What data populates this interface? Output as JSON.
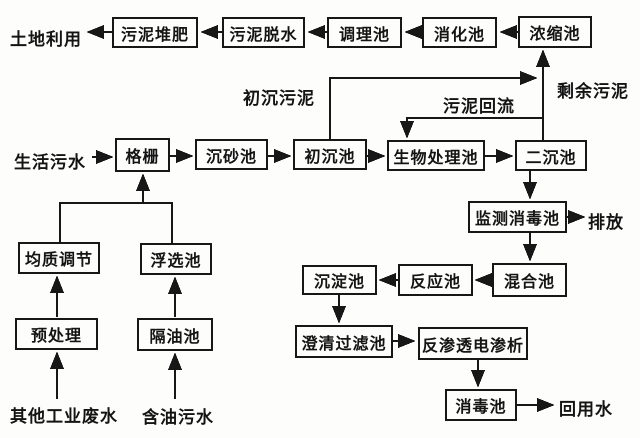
{
  "diagram_type": "wastewater-treatment-process-flowchart",
  "colors": {
    "line": "#171717",
    "background": "#fdfdfc",
    "box_fill": "#fdfdfc",
    "text": "#141414"
  },
  "boxes": {
    "sludge_compost": "污泥堆肥",
    "sludge_dewatering": "污泥脱水",
    "conditioning_tank": "调理池",
    "digestion_tank": "消化池",
    "thickening_tank": "浓缩池",
    "bar_screen": "格栅",
    "grit_chamber": "沉砂池",
    "primary_settling_tank": "初沉池",
    "biological_treatment_tank": "生物处理池",
    "secondary_settling_tank": "二沉池",
    "equalization_tank": "均质调节",
    "flotation_tank": "浮选池",
    "pretreatment": "预处理",
    "oil_separation_tank": "隔油池",
    "monitoring_disinfection_tank": "监测消毒池",
    "mixing_tank": "混合池",
    "reaction_tank": "反应池",
    "sedimentation_tank": "沉淀池",
    "clarification_filtration_tank": "澄清过滤池",
    "reverse_osmosis_electrodialysis": "反渗透电渗析",
    "disinfection_tank": "消毒池"
  },
  "labels": {
    "land_use": "土地利用",
    "domestic_sewage": "生活污水",
    "primary_sludge": "初沉污泥",
    "sludge_return": "污泥回流",
    "excess_sludge": "剩余污泥",
    "discharge": "排放",
    "other_industrial_wastewater": "其他工业废水",
    "oily_wastewater": "含油污水",
    "reuse_water": "回用水"
  },
  "edges": [
    {
      "from": "生活污水",
      "to": "格栅"
    },
    {
      "from": "格栅",
      "to": "沉砂池"
    },
    {
      "from": "沉砂池",
      "to": "初沉池"
    },
    {
      "from": "初沉池",
      "to": "生物处理池"
    },
    {
      "from": "生物处理池",
      "to": "二沉池"
    },
    {
      "from": "初沉池",
      "to": "浓缩池",
      "label": "初沉污泥"
    },
    {
      "from": "二沉池",
      "to": "浓缩池",
      "label": "剩余污泥"
    },
    {
      "from": "二沉池",
      "to": "生物处理池",
      "label": "污泥回流"
    },
    {
      "from": "浓缩池",
      "to": "消化池"
    },
    {
      "from": "消化池",
      "to": "调理池"
    },
    {
      "from": "调理池",
      "to": "污泥脱水"
    },
    {
      "from": "污泥脱水",
      "to": "污泥堆肥"
    },
    {
      "from": "污泥堆肥",
      "to": "土地利用"
    },
    {
      "from": "其他工业废水",
      "to": "预处理"
    },
    {
      "from": "预处理",
      "to": "均质调节"
    },
    {
      "from": "均质调节",
      "to": "格栅"
    },
    {
      "from": "含油污水",
      "to": "隔油池"
    },
    {
      "from": "隔油池",
      "to": "浮选池"
    },
    {
      "from": "浮选池",
      "to": "格栅"
    },
    {
      "from": "二沉池",
      "to": "监测消毒池"
    },
    {
      "from": "监测消毒池",
      "to": "排放"
    },
    {
      "from": "监测消毒池",
      "to": "混合池"
    },
    {
      "from": "混合池",
      "to": "反应池"
    },
    {
      "from": "反应池",
      "to": "沉淀池"
    },
    {
      "from": "沉淀池",
      "to": "澄清过滤池"
    },
    {
      "from": "澄清过滤池",
      "to": "反渗透电渗析"
    },
    {
      "from": "反渗透电渗析",
      "to": "消毒池"
    },
    {
      "from": "消毒池",
      "to": "回用水"
    }
  ]
}
